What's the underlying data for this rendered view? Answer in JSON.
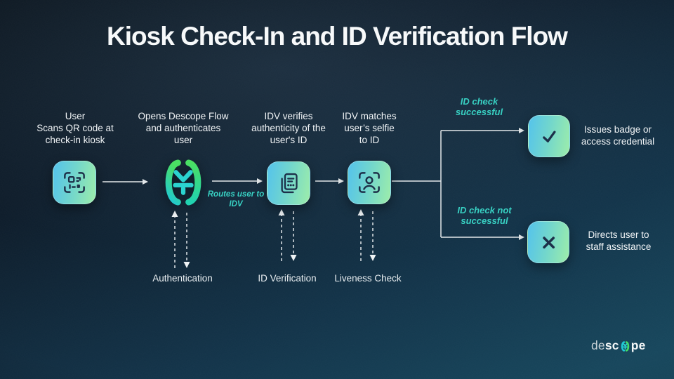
{
  "title": "Kiosk Check-In and ID Verification Flow",
  "flow": {
    "steps": [
      {
        "caption": "User\nScans QR code at\ncheck-in kiosk",
        "icon": "qr-code-icon"
      },
      {
        "caption": "Opens Descope Flow\nand authenticates\nuser",
        "icon": "descope-flow-icon"
      },
      {
        "caption": "IDV verifies\nauthenticity of the\nuser's ID",
        "icon": "id-document-icon"
      },
      {
        "caption": "IDV matches\nuser’s selfie\nto ID",
        "icon": "face-scan-icon"
      }
    ],
    "routes_label": "Routes user to\nIDV",
    "lanes": [
      "Authentication",
      "ID Verification",
      "Liveness Check"
    ],
    "success": {
      "condition": "ID check\nsuccessful",
      "icon": "checkmark-icon",
      "outcome": "Issues badge or\naccess credential"
    },
    "failure": {
      "condition": "ID check not\nsuccessful",
      "icon": "x-mark-icon",
      "outcome": "Directs user to\nstaff assistance"
    }
  },
  "logo": {
    "light": "de",
    "bold_left": "sc",
    "bold_right": "pe",
    "mark": "descope-logo-mark"
  },
  "colors": {
    "accent_teal": "#38d1c3",
    "tile_gradient_start": "#54c3ec",
    "tile_gradient_end": "#9dedaa",
    "glyph_navy": "#1d3049",
    "arrow": "#e3e8ea",
    "text": "#f2f5f7",
    "background_top": "#0b141d",
    "background_bottom": "#17485e"
  }
}
